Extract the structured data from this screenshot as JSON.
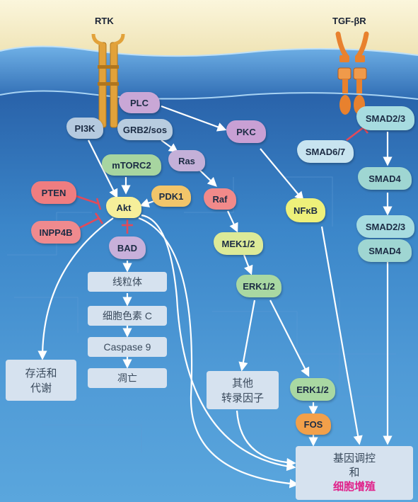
{
  "labels": {
    "rtk": "RTK",
    "tgfbr": "TGF-βR"
  },
  "nodes": {
    "plc": "PLC",
    "pi3k": "PI3K",
    "grb2": "GRB2/sos",
    "pkc": "PKC",
    "mtorc2": "mTORC2",
    "ras": "Ras",
    "pten": "PTEN",
    "pdk1": "PDK1",
    "akt": "Akt",
    "raf": "Raf",
    "inpp4b": "INPP4B",
    "bad": "BAD",
    "mek": "MEK1/2",
    "erk": "ERK1/2",
    "erk2": "ERK1/2",
    "fos": "FOS",
    "nfkb": "NFκB",
    "smad23": "SMAD2/3",
    "smad67": "SMAD6/7",
    "smad4": "SMAD4",
    "smad23b": "SMAD2/3",
    "smad4b": "SMAD4"
  },
  "boxes": {
    "mito": "线粒体",
    "cytc": "细胞色素 C",
    "casp": "Caspase 9",
    "apop": "凋亡",
    "survival_line1": "存活和",
    "survival_line2": "代谢",
    "other_line1": "其他",
    "other_line2": "转录因子",
    "gene_line1": "基因调控",
    "gene_line2": "和",
    "gene_line3": "细胞增殖"
  },
  "colors": {
    "membrane": "#f4ecc6",
    "receptor_rtk": "#e2a23a",
    "receptor_tgf": "#e8812e",
    "inhibit": "#e24a5a",
    "highlight": "#e0218a",
    "arrow": "#ffffff"
  }
}
